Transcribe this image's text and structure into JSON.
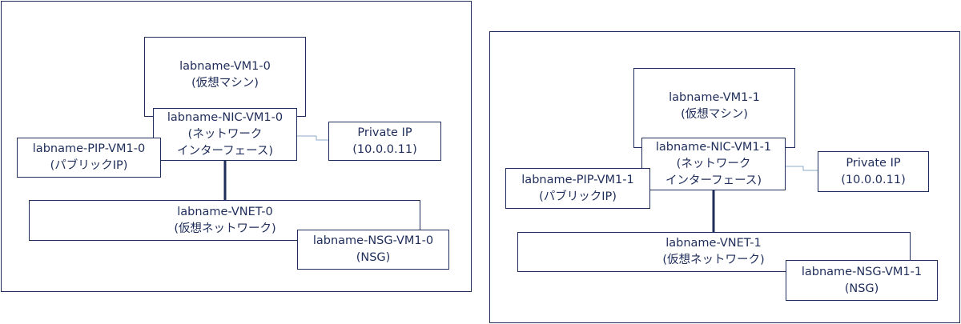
{
  "groups": [
    {
      "vm": {
        "name": "labname-VM1-0",
        "type": "(仮想マシン)"
      },
      "nic": {
        "name": "labname-NIC-VM1-0",
        "type_line1": "(ネットワーク",
        "type_line2": "インターフェース)"
      },
      "private_ip": {
        "name": "Private IP",
        "value": "(10.0.0.11)"
      },
      "pip": {
        "name": "labname-PIP-VM1-0",
        "type": "(パブリックIP)"
      },
      "vnet": {
        "name": "labname-VNET-0",
        "type": "(仮想ネットワーク)"
      },
      "nsg": {
        "name": "labname-NSG-VM1-0",
        "type": "(NSG)"
      }
    },
    {
      "vm": {
        "name": "labname-VM1-1",
        "type": "(仮想マシン)"
      },
      "nic": {
        "name": "labname-NIC-VM1-1",
        "type_line1": "(ネットワーク",
        "type_line2": "インターフェース)"
      },
      "private_ip": {
        "name": "Private IP",
        "value": "(10.0.0.11)"
      },
      "pip": {
        "name": "labname-PIP-VM1-1",
        "type": "(パブリックIP)"
      },
      "vnet": {
        "name": "labname-VNET-1",
        "type": "(仮想ネットワーク)"
      },
      "nsg": {
        "name": "labname-NSG-VM1-1",
        "type": "(NSG)"
      }
    }
  ],
  "colors": {
    "stroke": "#1f2d5a",
    "thin_link": "#8fa8c8",
    "background": "#ffffff"
  }
}
